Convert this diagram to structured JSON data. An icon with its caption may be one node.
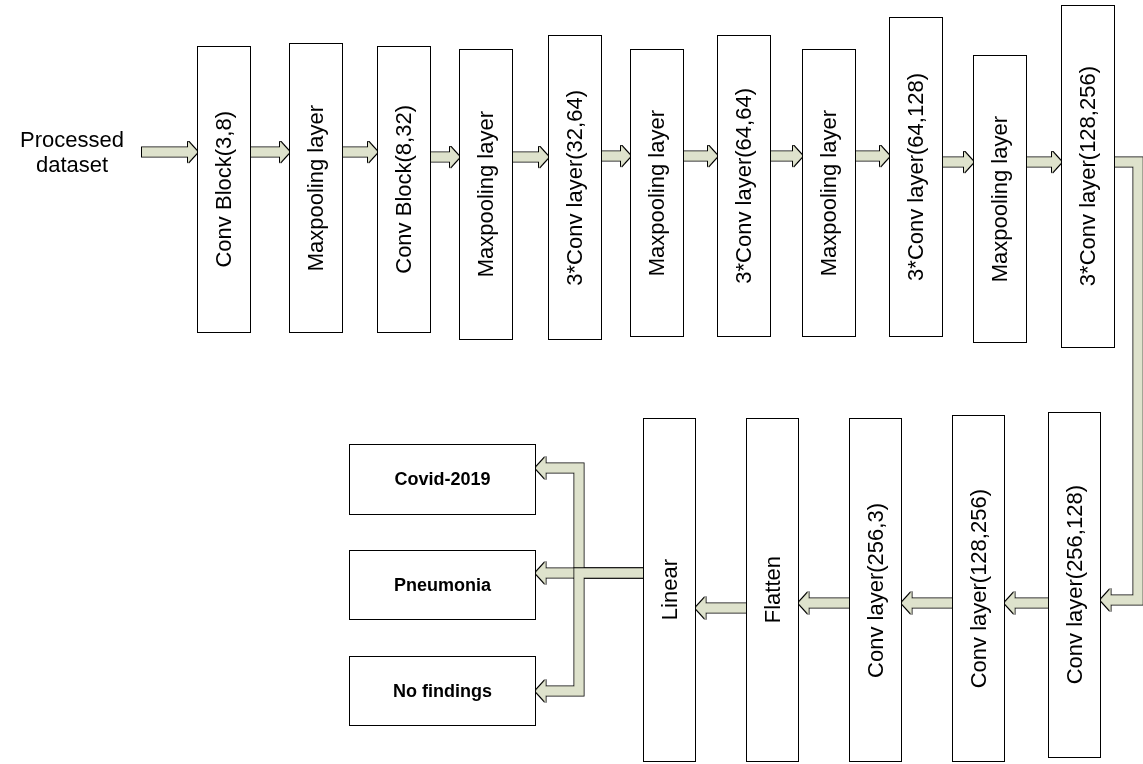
{
  "diagram": {
    "nodes": [
      {
        "text": [
          "Processed dataset"
        ]
      },
      {
        "text": [
          "Conv Block(3,8)"
        ]
      },
      {
        "text": [
          "Maxpooling layer"
        ]
      },
      {
        "text": [
          "Conv Block(8,32)"
        ]
      },
      {
        "text": [
          "Maxpooling layer"
        ]
      },
      {
        "text": [
          "3*Conv layer(32,64)"
        ]
      },
      {
        "text": [
          "Maxpooling layer"
        ]
      },
      {
        "text": [
          "3*Conv layer(64,64)"
        ]
      },
      {
        "text": [
          "Maxpooling layer"
        ]
      },
      {
        "text": [
          "3*Conv layer(64,128)"
        ]
      },
      {
        "text": [
          "Maxpooling layer"
        ]
      },
      {
        "text": [
          "3*Conv layer(128,256)"
        ]
      },
      {
        "text": [
          "Conv layer(256,128)"
        ]
      },
      {
        "text": [
          "Conv layer(128,256)"
        ]
      },
      {
        "text": [
          "Conv layer(256,3)"
        ]
      },
      {
        "text": [
          "Flatten"
        ]
      },
      {
        "text": [
          "Linear"
        ]
      },
      {
        "text": [
          "Covid-2019"
        ]
      },
      {
        "text": [
          "Pneumonia"
        ]
      },
      {
        "text": [
          "No findings"
        ]
      }
    ],
    "edges": [
      {
        "from": 0,
        "to": 1,
        "arrow": "to"
      },
      {
        "from": 1,
        "to": 2,
        "arrow": "to"
      },
      {
        "from": 2,
        "to": 3,
        "arrow": "to"
      },
      {
        "from": 3,
        "to": 4,
        "arrow": "to"
      },
      {
        "from": 4,
        "to": 5,
        "arrow": "to"
      },
      {
        "from": 5,
        "to": 6,
        "arrow": "to"
      },
      {
        "from": 6,
        "to": 7,
        "arrow": "to"
      },
      {
        "from": 7,
        "to": 8,
        "arrow": "to"
      },
      {
        "from": 8,
        "to": 9,
        "arrow": "to"
      },
      {
        "from": 9,
        "to": 10,
        "arrow": "to"
      },
      {
        "from": 10,
        "to": 11,
        "arrow": "to"
      },
      {
        "from": 11,
        "to": 12,
        "arrow": "to"
      },
      {
        "from": 12,
        "to": 13,
        "arrow": "to"
      },
      {
        "from": 13,
        "to": 14,
        "arrow": "to"
      },
      {
        "from": 14,
        "to": 15,
        "arrow": "to"
      },
      {
        "from": 15,
        "to": 16,
        "arrow": "to"
      },
      {
        "from": 16,
        "to": 17,
        "arrow": "to"
      },
      {
        "from": 16,
        "to": 18,
        "arrow": "to"
      },
      {
        "from": 16,
        "to": 19,
        "arrow": "to"
      }
    ]
  }
}
